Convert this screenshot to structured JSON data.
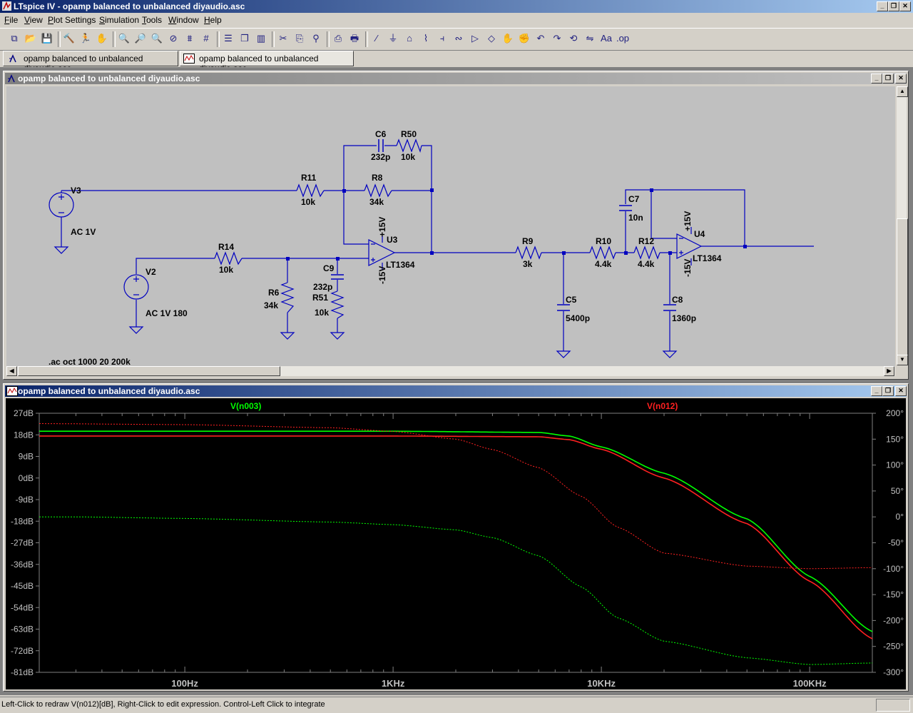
{
  "app": {
    "title": "LTspice IV - opamp balanced to unbalanced diyaudio.asc",
    "icon": "ltspice-icon",
    "controls": [
      "minimize",
      "restore",
      "close"
    ]
  },
  "menu": [
    "File",
    "View",
    "Plot Settings",
    "Simulation",
    "Tools",
    "Window",
    "Help"
  ],
  "toolbar_icons": [
    "new-schematic-icon",
    "open-icon",
    "save-icon",
    "control-panel-icon",
    "run-icon",
    "halt-icon",
    "zoom-in-icon",
    "zoom-back-icon",
    "zoom-out-icon",
    "zoom-fit-icon",
    "autorange-icon",
    "grid-icon",
    "tile-horizontal-icon",
    "cascade-icon",
    "tile-vertical-icon",
    "cut-icon",
    "copy-icon",
    "find-icon",
    "print-preview-icon",
    "print-icon",
    "wire-icon",
    "ground-icon",
    "label-icon",
    "resistor-icon",
    "capacitor-icon",
    "inductor-icon",
    "diode-icon",
    "component-icon",
    "move-icon",
    "drag-icon",
    "undo-icon",
    "redo-icon",
    "rotate-icon",
    "mirror-icon",
    "text-icon",
    "spice-directive-icon"
  ],
  "tabs": [
    {
      "label": "opamp balanced to unbalanced diyaudio.asc",
      "icon": "schematic-icon",
      "active": false
    },
    {
      "label": "opamp balanced to unbalanced diyaudio.asc",
      "icon": "waveform-icon",
      "active": true
    }
  ],
  "schematic_window": {
    "title": "opamp balanced to unbalanced diyaudio.asc",
    "labels": {
      "v3": "V3",
      "v3_val": "AC 1V",
      "v2": "V2",
      "v2_val": "AC 1V 180",
      "r11": "R11",
      "r11_val": "10k",
      "r8": "R8",
      "r8_val": "34k",
      "c6": "C6",
      "c6_val": "232p",
      "r50": "R50",
      "r50_val": "10k",
      "r14": "R14",
      "r14_val": "10k",
      "r6": "R6",
      "r6_val": "34k",
      "c9": "C9",
      "c9_val": "232p",
      "r51": "R51",
      "r51_val": "10k",
      "u3": "U3",
      "u3_model": "LT1364",
      "u3_vp": "+15V",
      "u3_vn": "-15V",
      "r9": "R9",
      "r9_val": "3k",
      "c5": "C5",
      "c5_val": "5400p",
      "r10": "R10",
      "r10_val": "4.4k",
      "r12": "R12",
      "r12_val": "4.4k",
      "c7": "C7",
      "c7_val": "10n",
      "c8": "C8",
      "c8_val": "1360p",
      "u4": "U4",
      "u4_model": "LT1364",
      "u4_vp": "+15V",
      "u4_vn": "-15V",
      "directive": ".ac oct 1000 20 200k"
    }
  },
  "plot_window": {
    "title": "opamp balanced to unbalanced diyaudio.asc",
    "traces": [
      {
        "name": "V(n003)",
        "color": "#00ff00"
      },
      {
        "name": "V(n012)",
        "color": "#ff2020"
      }
    ],
    "y_left_labels": [
      "27dB",
      "18dB",
      "9dB",
      "0dB",
      "-9dB",
      "-18dB",
      "-27dB",
      "-36dB",
      "-45dB",
      "-54dB",
      "-63dB",
      "-72dB",
      "-81dB"
    ],
    "y_right_labels": [
      "200°",
      "150°",
      "100°",
      "50°",
      "0°",
      "-50°",
      "-100°",
      "-150°",
      "-200°",
      "-250°",
      "-300°"
    ],
    "x_labels": [
      "100Hz",
      "1KHz",
      "10KHz",
      "100KHz"
    ]
  },
  "chart_data": {
    "type": "line",
    "x_scale": "log",
    "xlim": [
      20,
      200000
    ],
    "ylim_left": [
      -81,
      27
    ],
    "ylim_right": [
      -300,
      200
    ],
    "ylabel_left_unit": "dB",
    "ylabel_right_unit": "°",
    "series": [
      {
        "name": "V(n003)",
        "axis": "magnitude",
        "style": "solid",
        "color": "#00ff00",
        "x": [
          20,
          1000,
          5000,
          7000,
          10000,
          20000,
          50000,
          100000,
          200000
        ],
        "y": [
          19.5,
          19.5,
          19.0,
          17.5,
          13,
          2,
          -17,
          -41,
          -64
        ]
      },
      {
        "name": "V(n012)",
        "axis": "magnitude",
        "style": "solid",
        "color": "#ff2020",
        "x": [
          20,
          1000,
          5000,
          7000,
          10000,
          20000,
          50000,
          100000,
          200000
        ],
        "y": [
          17.5,
          17.5,
          17.2,
          16,
          12,
          0,
          -19,
          -43,
          -67
        ]
      },
      {
        "name": "V(n003)",
        "axis": "phase",
        "style": "dotted",
        "color": "#00ff00",
        "x": [
          20,
          30,
          100,
          500,
          1000,
          2000,
          3000,
          5000,
          8000,
          12000,
          20000,
          50000,
          100000,
          200000
        ],
        "y": [
          0,
          0,
          -3,
          -10,
          -15,
          -25,
          -40,
          -75,
          -135,
          -195,
          -240,
          -272,
          -285,
          -282
        ]
      },
      {
        "name": "V(n012)",
        "axis": "phase",
        "style": "dotted",
        "color": "#ff2020",
        "x": [
          20,
          100,
          500,
          1000,
          2000,
          3000,
          5000,
          8000,
          12000,
          20000,
          50000,
          100000,
          200000
        ],
        "y": [
          180,
          178,
          172,
          165,
          150,
          130,
          95,
          40,
          -20,
          -70,
          -95,
          -100,
          -98
        ]
      }
    ]
  },
  "status": {
    "text": "Left-Click to redraw V(n012)[dB],  Right-Click to edit expression. Control-Left Click to integrate"
  },
  "colors": {
    "titlebar_active": "#0a246a",
    "schematic_bg": "#c0c0c0",
    "wire": "#0000c0",
    "plot_bg": "#000000",
    "grid": "#808080"
  }
}
